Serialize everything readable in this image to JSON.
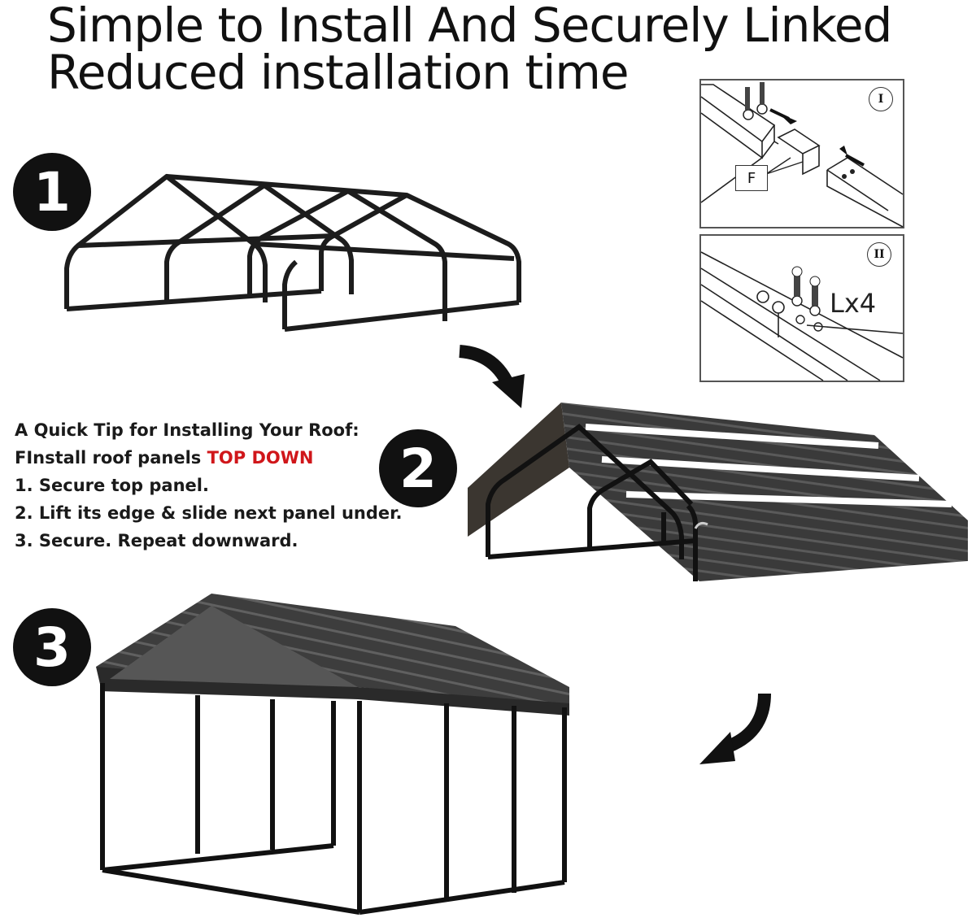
{
  "header": {
    "title_line1": "Simple to Install And Securely Linked",
    "title_line2": "Reduced installation time"
  },
  "steps": [
    {
      "number": "1"
    },
    {
      "number": "2"
    },
    {
      "number": "3"
    }
  ],
  "tip": {
    "heading": "A Quick Tip for Installing Your Roof:",
    "line_prefix": "FInstall roof panels ",
    "line_highlight": "TOP DOWN",
    "items": [
      "1. Secure top panel.",
      "2. Lift its edge & slide next panel under.",
      "3. Secure. Repeat downward."
    ],
    "highlight_color": "#d0161a"
  },
  "detail_panels": [
    {
      "roman": "I",
      "part_label": "F"
    },
    {
      "roman": "II",
      "quantity_label": "Lx4"
    }
  ],
  "icons": [
    "arrow-down-right-icon",
    "arrow-down-left-icon"
  ]
}
